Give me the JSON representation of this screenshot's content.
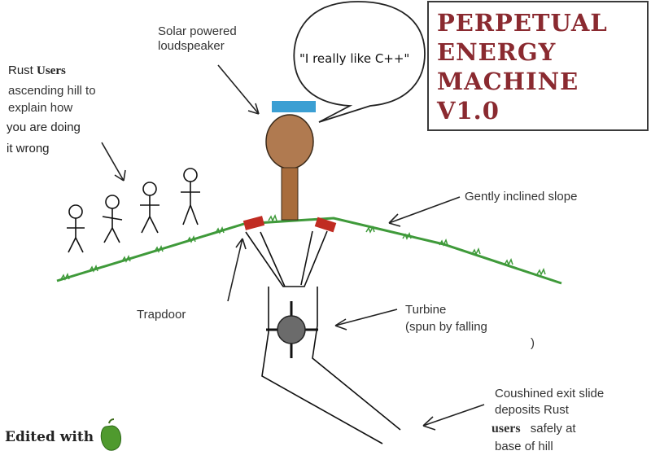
{
  "title": {
    "line1": "PERPETUAL",
    "line2": "ENERGY",
    "line3": "MACHINE",
    "line4": "V1.0"
  },
  "speech_bubble": "\"I really like C++\"",
  "labels": {
    "speaker_1": "Solar powered",
    "speaker_2": "loudspeaker",
    "users_1_prefix": "Rust",
    "users_1_word": "Users",
    "users_2": "ascending hill to",
    "users_3": "explain how",
    "users_4": "you are doing",
    "users_5": "it wrong",
    "slope": "Gently inclined slope",
    "trapdoor": "Trapdoor",
    "turbine_1": "Turbine",
    "turbine_2": "(spun by falling",
    "turbine_3": ")",
    "slide_1": "Coushined exit slide",
    "slide_2_prefix": "deposits",
    "slide_2_word": "Rust",
    "slide_3_word": "users",
    "slide_3_suffix": "safely at",
    "slide_4": "base of hill"
  },
  "footer": {
    "edited_with": "Edited with",
    "pepper_icon": "green-pepper-icon"
  },
  "colors": {
    "title_red": "#8a2a30",
    "grass_green": "#3f9a3a",
    "head_brown": "#b07a50",
    "neck_brown": "#a86c3c",
    "speaker_blue": "#3b9fd3",
    "trapdoor_red": "#c02c22",
    "turbine_gray": "#6b6b6b"
  }
}
